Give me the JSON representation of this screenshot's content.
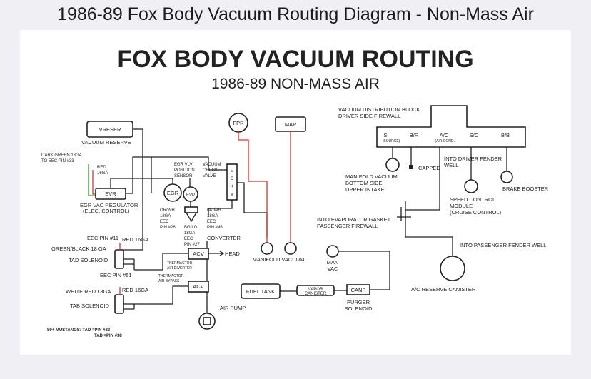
{
  "page": {
    "title": "1986-89 Fox Body Vacuum Routing Diagram - Non-Mass Air"
  },
  "diagram": {
    "title": "FOX BODY VACUUM ROUTING",
    "subtitle": "1986-89 NON-MASS AIR",
    "labels": {
      "vreser_box": "VRESER",
      "vacuum_reserve": "VACUUM RESERVE",
      "dark_green_1": "DARK GREEN 18GA",
      "dark_green_2": "TO EEC PIN #33",
      "red16_1": "RED",
      "red16_2": "16GA",
      "evr_box": "EVR",
      "egr_vac_reg_1": "EGR VAC REGULATOR",
      "egr_vac_reg_2": "(ELEC. CONTROL)",
      "egr_vlv_1": "EGR VLV",
      "egr_vlv_2": "POSITION",
      "egr_vlv_3": "SENSOR",
      "vac_check_1": "VACUUM",
      "vac_check_2": "CHECK",
      "vac_check_3": "VALVE",
      "vckv_v1": "V",
      "vckv_c": "C",
      "vckv_k": "K",
      "vckv_v2": "V",
      "egr_circle": "EGR",
      "evp_circle": "EVP",
      "orwh_1": "OR/WH",
      "orwh_2": "18GA",
      "orwh_3": "EEC",
      "orwh_4": "PIN #26",
      "bglg_1": "BG/LG",
      "bglg_2": "18GA",
      "bglg_3": "EEC",
      "bglg_4": "PIN #27",
      "bkwh_1": "BK/WH",
      "bkwh_2": "18GA",
      "bkwh_3": "EEC",
      "bkwh_4": "PIN #46",
      "fpr_circle": "FPR",
      "map_box": "MAP",
      "manifold_vacuum": "MANIFOLD VACUUM",
      "eec_pin11": "EEC PIN #11",
      "red16_3": "RED 16GA",
      "green_black": "GREEN/BLACK 18 GA",
      "tad_solenoid": "TAD SOLENOID",
      "eec_pin51": "EEC PIN #51",
      "white_red": "WHITE RED 18GA",
      "red16_4": "RED 16GA",
      "tab_solenoid": "TAB SOLENOID",
      "converter": "CONVERTER",
      "acv": "ACV",
      "head": "HEAD",
      "thermactor_div_1": "THERMACTOR",
      "thermactor_div_2": "AIR DIVERTER",
      "thermactor_byp_1": "THERMACTOR",
      "thermactor_byp_2": "AIR BYPASS",
      "acv2": "ACV",
      "air_pump": "AIR PUMP",
      "mustang_note_1": "89+ MUSTANGS: TAD =PIN #32",
      "mustang_note_2": "TAD =PIN #38",
      "vdb_1": "VACUUM DISTRIBUTION BLOCK",
      "vdb_2": "DRIVER SIDE FIREWALL",
      "port_s": "S",
      "port_s_sub": "(SOURCE)",
      "port_br1": "B/R",
      "port_ac": "A/C",
      "port_ac_sub": "(AIR COND.)",
      "port_sc": "S/C",
      "port_br2": "B/B",
      "capped": "CAPPED",
      "manifold_vac_1": "MANIFOLD VACUUM",
      "manifold_vac_2": "BOTTOM SIDE",
      "manifold_vac_3": "UPPER INTAKE",
      "driver_fender_1": "INTO DRIVER FENDER",
      "driver_fender_2": "WELL",
      "brake_booster": "BRAKE BOOSTER",
      "speed_control_1": "SPEED CONTROL",
      "speed_control_2": "MODULE",
      "speed_control_3": "(CRUISE CONTROL)",
      "evap_gasket_1": "INTO EVAPORATOR GASKET",
      "evap_gasket_2": "PASSENGER FIREWALL",
      "passenger_fender": "INTO PASSENGER FENDER WELL",
      "man_vac_1": "MAN",
      "man_vac_2": "VAC",
      "fuel_tank": "FUEL TANK",
      "vapor_canister_1": "VAPOR",
      "vapor_canister_2": "CANISTER",
      "canp": "CANP",
      "purger_1": "PURGER",
      "purger_2": "SOLENOID",
      "ac_reserve": "A/C RESERVE CANISTER"
    }
  }
}
